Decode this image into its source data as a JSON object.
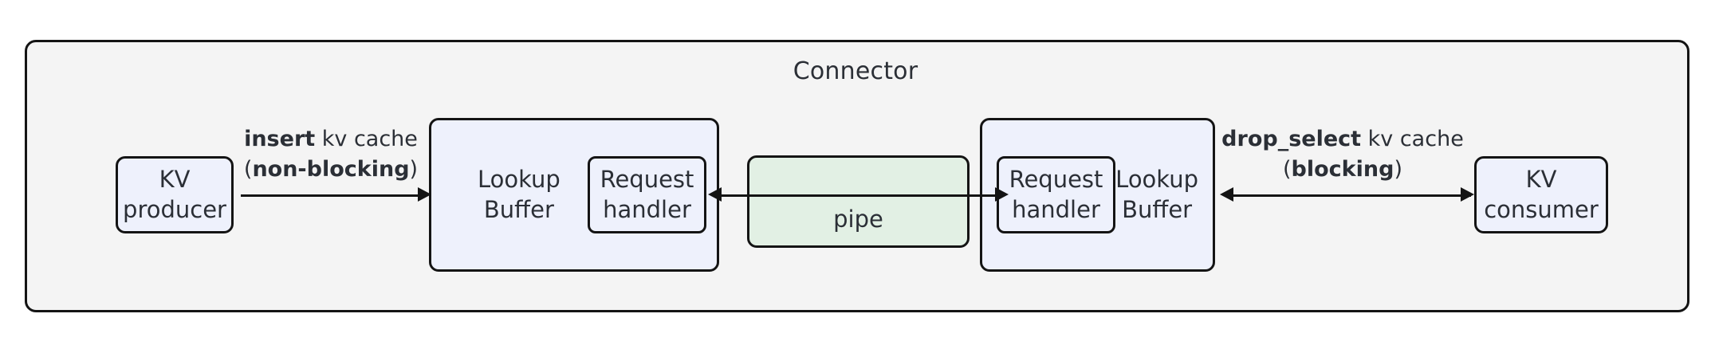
{
  "diagram": {
    "title": "Connector",
    "background_color": "#ffffff",
    "container_fill": "#f4f4f4",
    "node_fill": "#eef1fc",
    "pipe_fill": "#e2f0e4",
    "stroke_color": "#141414",
    "text_color": "#2b2f36"
  },
  "nodes": {
    "kv_producer": {
      "label": "KV\nproducer",
      "line1": "KV",
      "line2": "producer"
    },
    "lookup_buffer_left": {
      "label": "Lookup\nBuffer",
      "line1": "Lookup",
      "line2": "Buffer"
    },
    "request_handler_left": {
      "label": "Request\nhandler",
      "line1": "Request",
      "line2": "handler"
    },
    "pipe": {
      "label": "pipe"
    },
    "request_handler_right": {
      "label": "Request\nhandler",
      "line1": "Request",
      "line2": "handler"
    },
    "lookup_buffer_right": {
      "label": "Lookup\nBuffer",
      "line1": "Lookup",
      "line2": "Buffer"
    },
    "kv_consumer": {
      "label": "KV\nconsumer",
      "line1": "KV",
      "line2": "consumer"
    }
  },
  "edges": {
    "insert": {
      "line1_bold": "insert",
      "line1_rest": " kv cache",
      "line2_open": "(",
      "line2_bold": "non-blocking",
      "line2_close": ")",
      "direction": "right"
    },
    "pipe_to_left_buffer": {
      "direction": "left"
    },
    "pipe_to_right_handler": {
      "direction": "right"
    },
    "drop_select": {
      "line1_bold": "drop_select",
      "line1_rest": " kv cache",
      "line2_open": "(",
      "line2_bold": "blocking",
      "line2_close": ")",
      "direction": "both"
    }
  }
}
